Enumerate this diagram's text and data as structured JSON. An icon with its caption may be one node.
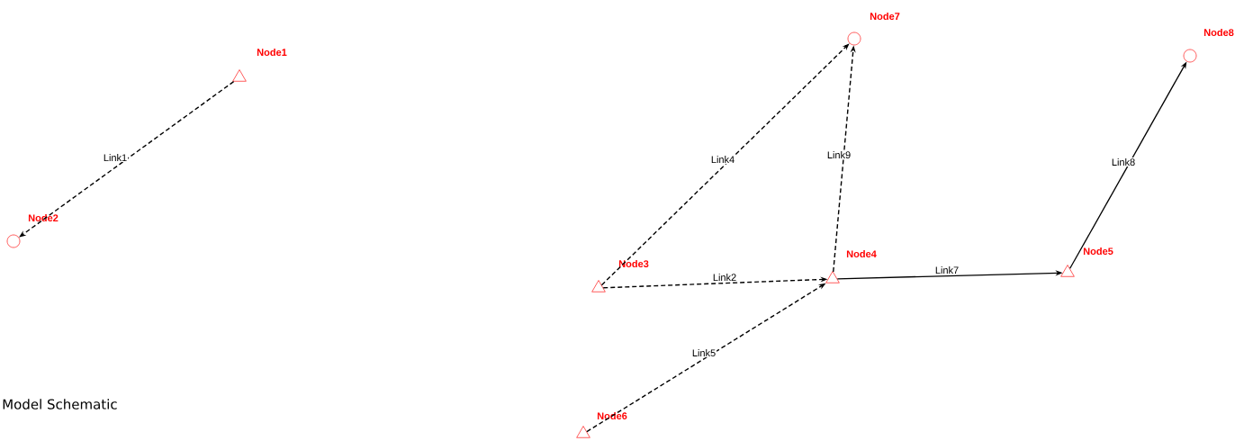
{
  "diagram": {
    "caption": "Model Schematic",
    "nodes": [
      {
        "text": [
          "Node1"
        ]
      },
      {
        "text": [
          "Node2"
        ]
      },
      {
        "text": [
          "Node3"
        ]
      },
      {
        "text": [
          "Node4"
        ]
      },
      {
        "text": [
          "Node5"
        ]
      },
      {
        "text": [
          "Node6"
        ]
      },
      {
        "text": [
          "Node7"
        ]
      },
      {
        "text": [
          "Node8"
        ]
      }
    ],
    "edges": [
      {
        "from": 0,
        "to": 1,
        "arrow": "to",
        "label": "Link1",
        "style": "dashed"
      },
      {
        "from": 2,
        "to": 3,
        "arrow": "to",
        "label": "Link2",
        "style": "dashed"
      },
      {
        "from": 2,
        "to": 6,
        "arrow": "to",
        "label": "Link4",
        "style": "dashed"
      },
      {
        "from": 5,
        "to": 3,
        "arrow": "to",
        "label": "Link5",
        "style": "dashed"
      },
      {
        "from": 3,
        "to": 4,
        "arrow": "to",
        "label": "Link7"
      },
      {
        "from": 4,
        "to": 7,
        "arrow": "to",
        "label": "Link8"
      },
      {
        "from": 3,
        "to": 6,
        "arrow": "to",
        "label": "Link9",
        "style": "dashed"
      }
    ]
  }
}
